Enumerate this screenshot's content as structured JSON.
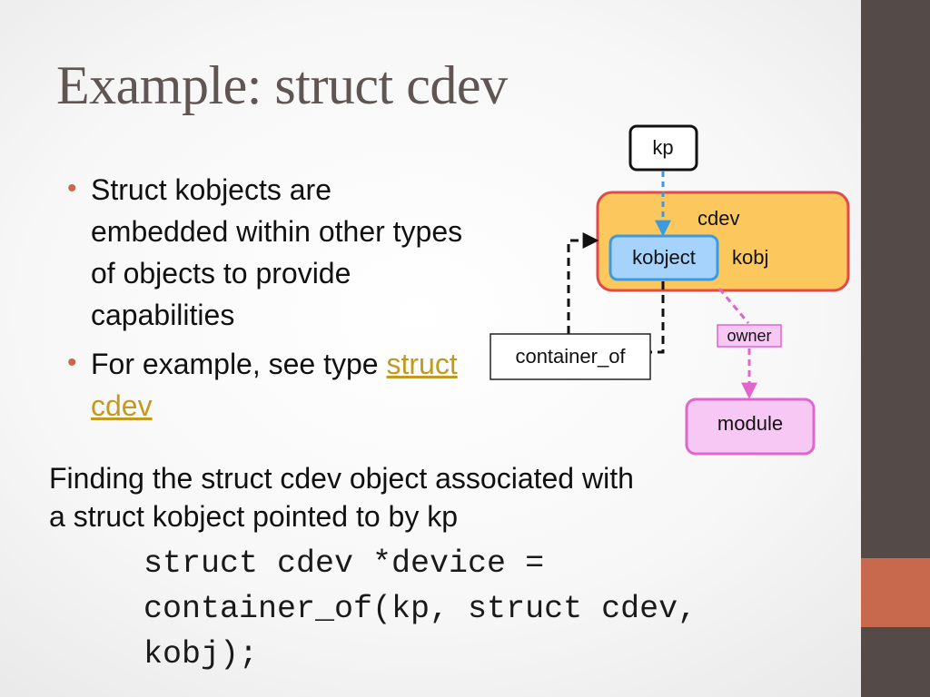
{
  "slide": {
    "title": "Example: struct cdev",
    "bullets": [
      {
        "text": "Struct kobjects are embedded within other types of objects to provide capabilities"
      },
      {
        "text_before": "For example, see type ",
        "link": "struct cdev"
      }
    ],
    "paragraph": {
      "line1": "Finding the struct cdev object associated with",
      "line2": "a struct kobject pointed to by kp"
    },
    "code_lines": [
      "struct cdev *device =",
      "container_of(kp, struct cdev,",
      "kobj);"
    ]
  },
  "diagram": {
    "kp": "kp",
    "cdev": "cdev",
    "kobject": "kobject",
    "kobj": "kobj",
    "container_of": "container_of",
    "owner": "owner",
    "module": "module"
  },
  "colors": {
    "sidebar": "#544b48",
    "accent": "#c8684d",
    "link": "#c39a1f",
    "cdev_fill": "#fcc85e",
    "cdev_stroke": "#e24a4a",
    "kobject_fill": "#a6d3fb",
    "kobject_stroke": "#3b9ae0",
    "module_fill": "#f8c8f4",
    "owner_stroke": "#e066cc"
  }
}
